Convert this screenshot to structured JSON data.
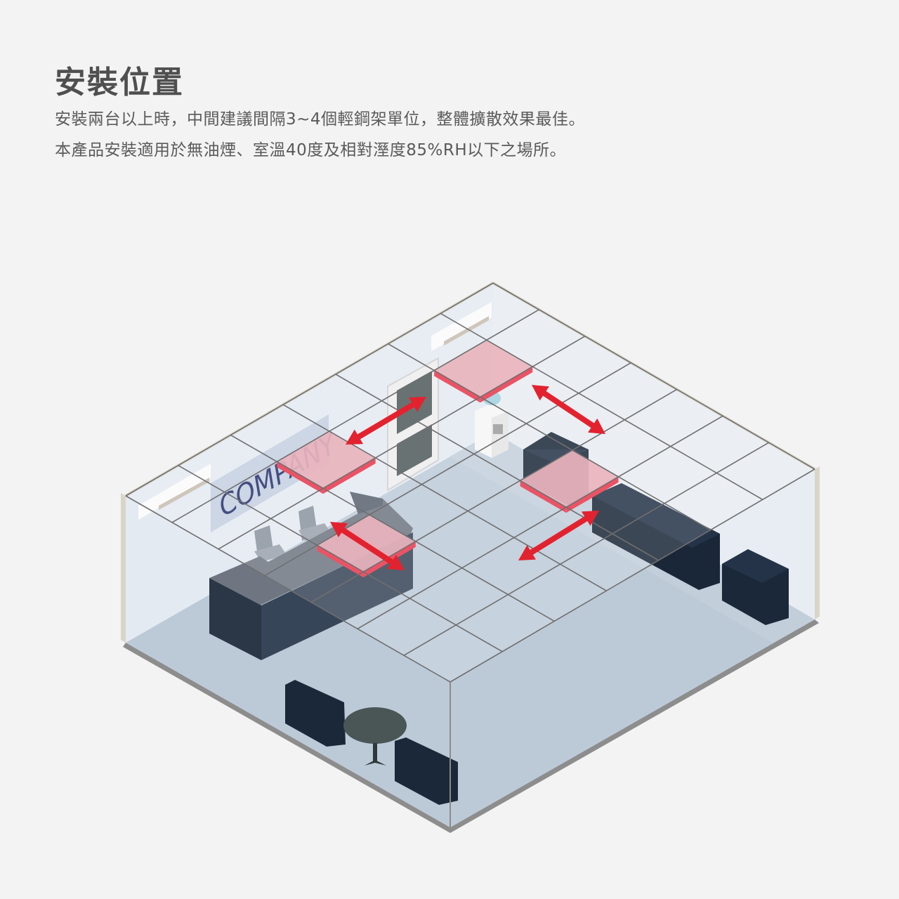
{
  "header": {
    "title": "安裝位置",
    "description": [
      "安裝兩台以上時，中間建議間隔3~4個輕鋼架單位，整體擴散效果最佳。",
      "本產品安裝適用於無油煙、室溫40度及相對溼度85%RH以下之場所。"
    ]
  },
  "illustration": {
    "sign_text": "COMPANY",
    "ceiling_grid_cells": 7,
    "installed_units_count": 4,
    "spacing_arrows_count": 4,
    "colors": {
      "background": "#f3f3f3",
      "unit_fill": "#e6a7b2",
      "unit_edge": "#e8364a",
      "arrow": "#e3222f",
      "grid_line": "#6f6f6f",
      "furniture": "#1c2a3d",
      "floor": "#bccad8",
      "wall": "#e4eaf2"
    }
  }
}
